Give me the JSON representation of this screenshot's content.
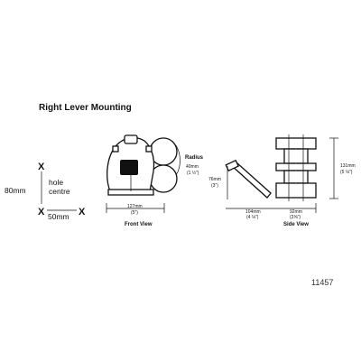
{
  "title": "Right Lever Mounting",
  "hole_template": {
    "mark": "X",
    "vertical_dim": "80mm",
    "horizontal_dim": "50mm",
    "label_line1": "hole",
    "label_line2": "centre"
  },
  "front_view": {
    "caption": "Front View",
    "width_mm": "127mm",
    "width_in": "(5\")",
    "radius_label": "Radius",
    "radius_mm": "40mm",
    "radius_in": "(1 ½\")"
  },
  "side_view": {
    "caption": "Side View",
    "lever_height_mm": "76mm",
    "lever_height_in": "(3\")",
    "lever_reach_mm": "104mm",
    "lever_reach_in": "(4 ⅛\")",
    "depth_mm": "92mm",
    "depth_in": "(3⅝\")",
    "height_mm": "131mm",
    "height_in": "(5 ⅛\")"
  },
  "figure_number": "11457"
}
